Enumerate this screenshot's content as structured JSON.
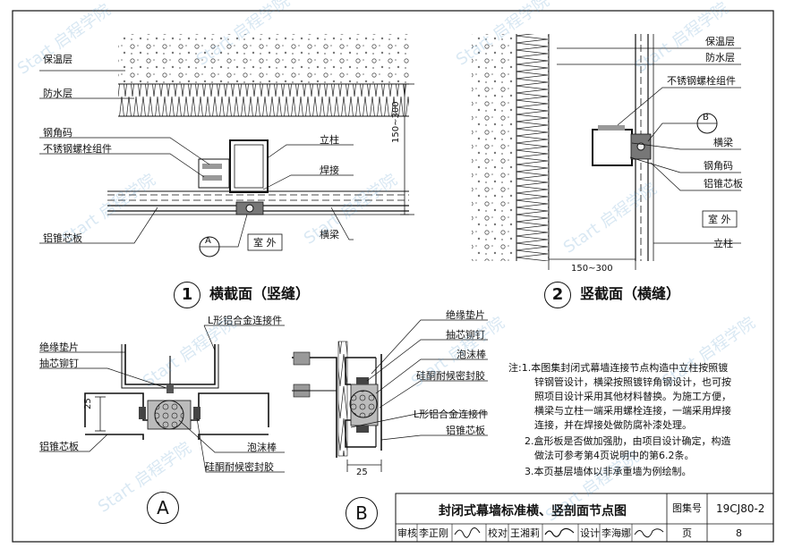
{
  "drawing": {
    "detail1": {
      "number": "1",
      "title": "横截面（竖缝）",
      "labels": {
        "insulation": "保温层",
        "waterproof": "防水层",
        "angle_steel": "钢角码",
        "bolt_assembly": "不锈钢螺栓组件",
        "column": "立柱",
        "weld": "焊接",
        "panel": "铝锥芯板",
        "beam": "横梁",
        "outdoor": "室 外",
        "dimension": "150~300",
        "callout": "A"
      }
    },
    "detail2": {
      "number": "2",
      "title": "竖截面（横缝）",
      "labels": {
        "insulation": "保温层",
        "waterproof": "防水层",
        "bolt_assembly": "不锈钢螺栓组件",
        "beam": "横梁",
        "angle_steel": "钢角码",
        "panel": "铝锥芯板",
        "outdoor": "室 外",
        "column": "立柱",
        "dimension": "150~300",
        "callout": "B"
      }
    },
    "detailA": {
      "letter": "A",
      "labels": {
        "l_connector": "L形铝合金连接件",
        "insulation_pad": "绝缘垫片",
        "rivet": "抽芯铆钉",
        "panel": "铝锥芯板",
        "foam_rod": "泡沫棒",
        "sealant": "硅酮耐候密封胶",
        "dimension": "25"
      }
    },
    "detailB": {
      "letter": "B",
      "labels": {
        "insulation_pad": "绝缘垫片",
        "rivet": "抽芯铆钉",
        "foam_rod": "泡沫棒",
        "sealant": "硅酮耐候密封胶",
        "l_connector": "L形铝合金连接件",
        "panel": "铝锥芯板",
        "dimension": "25"
      }
    },
    "notes": [
      "注:1.本图集封闭式幕墙连接节点构造中立柱按照镀",
      "锌钢管设计，横梁按照镀锌角钢设计，也可按",
      "照项目设计采用其他材料替换。为施工方便，",
      "横梁与立柱一端采用螺栓连接，一端采用焊接",
      "连接，并在焊接处做防腐补漆处理。",
      "2.盒形板是否做加强肋，由项目设计确定，构造",
      "做法可参考第4页说明中的第6.2条。",
      "3.本页基层墙体以非承重墙为例绘制。"
    ],
    "title_block": {
      "title": "封闭式幕墙标准横、竖剖面节点图",
      "atlas_label": "图集号",
      "atlas_number": "19CJ80-2",
      "review_label": "审核",
      "reviewer": "李正刚",
      "check_label": "校对",
      "checker": "王湘莉",
      "design_label": "设计",
      "designer": "李海娜",
      "page_label": "页",
      "page_number": "8"
    }
  },
  "watermark": {
    "text": "Start 启程学院",
    "color": "#5096c8"
  }
}
